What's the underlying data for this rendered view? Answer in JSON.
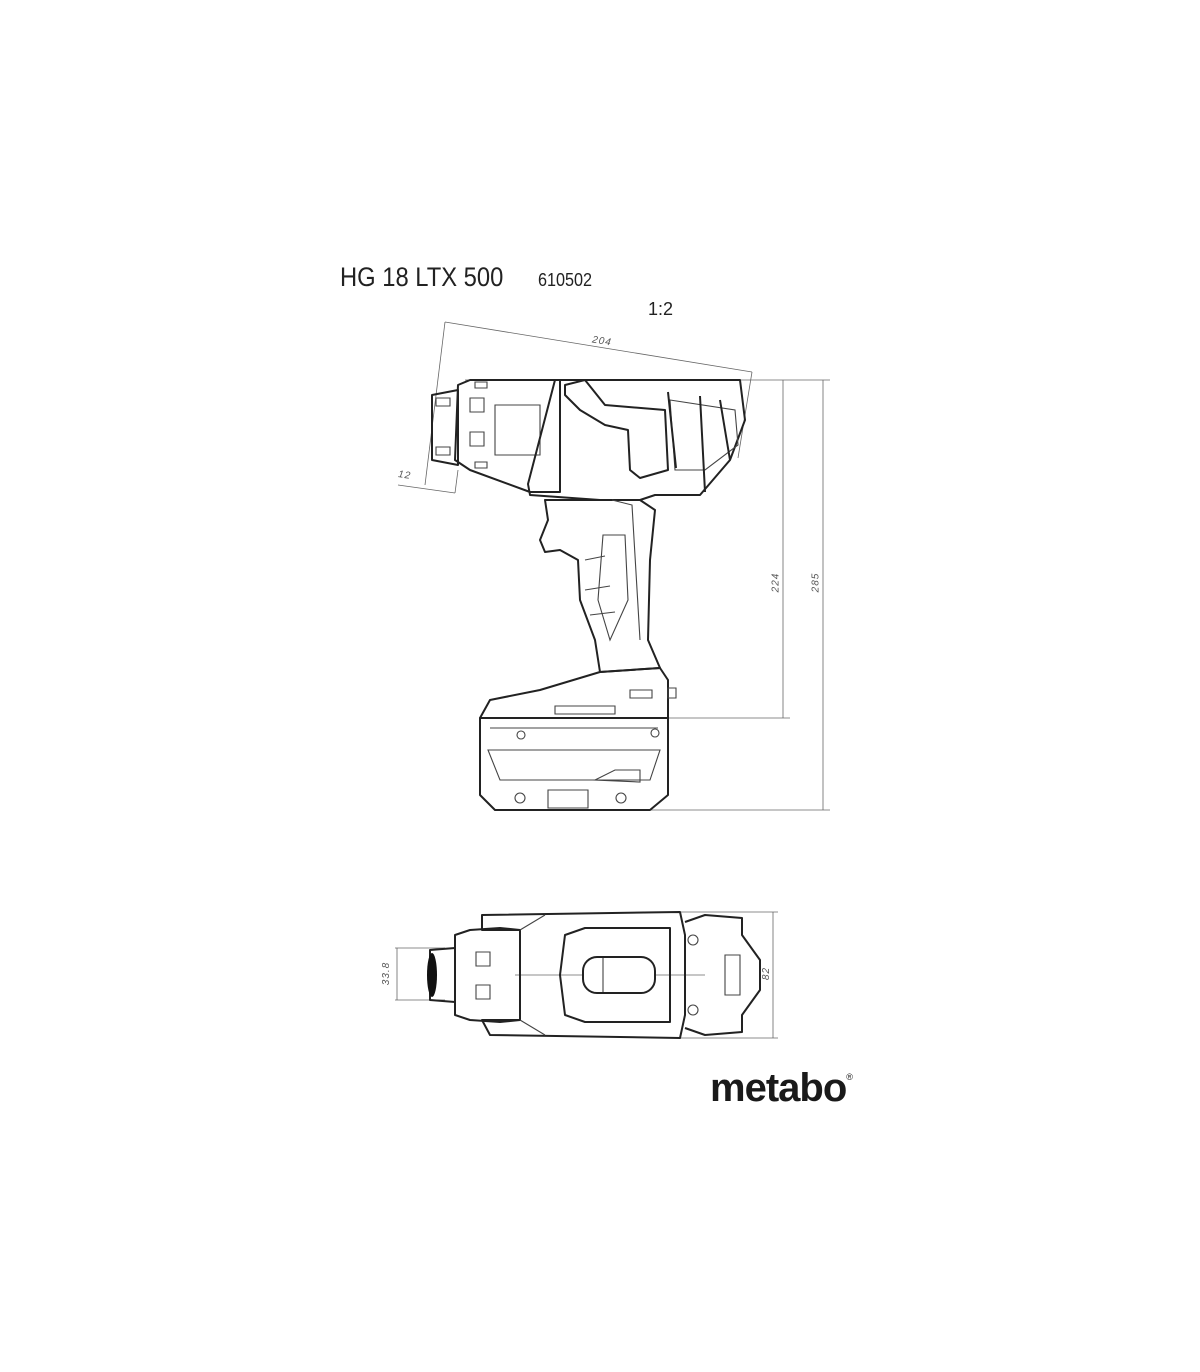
{
  "header": {
    "model": "HG 18 LTX 500",
    "article_number": "610502",
    "scale": "1:2"
  },
  "side_view": {
    "dimensions": {
      "length": "204",
      "nozzle_offset": "12",
      "height_without_battery": "224",
      "height_total": "285"
    }
  },
  "top_view": {
    "dimensions": {
      "nozzle_diameter": "33.8",
      "width": "82"
    }
  },
  "brand": {
    "logo_text": "metabo",
    "registered": "®"
  }
}
